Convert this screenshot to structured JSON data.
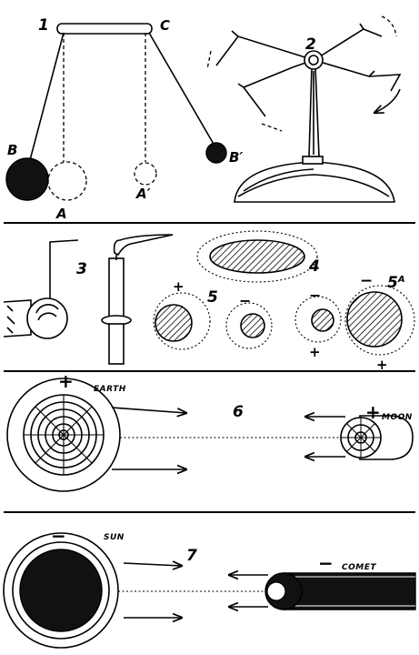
{
  "labels": {
    "fig1": "1",
    "c": "C",
    "b": "B",
    "b_prime": "B′",
    "a": "A",
    "a_prime": "A′",
    "fig2": "2",
    "fig3": "3",
    "fig4": "4",
    "fig5": "5",
    "fig5a": "5",
    "fig5a_sup": "A",
    "fig6": "6",
    "fig7": "7",
    "earth": "EARTH",
    "moon": "MOON",
    "sun": "SUN",
    "comet": "COMET"
  },
  "signs": {
    "plus": "+",
    "minus": "−"
  }
}
